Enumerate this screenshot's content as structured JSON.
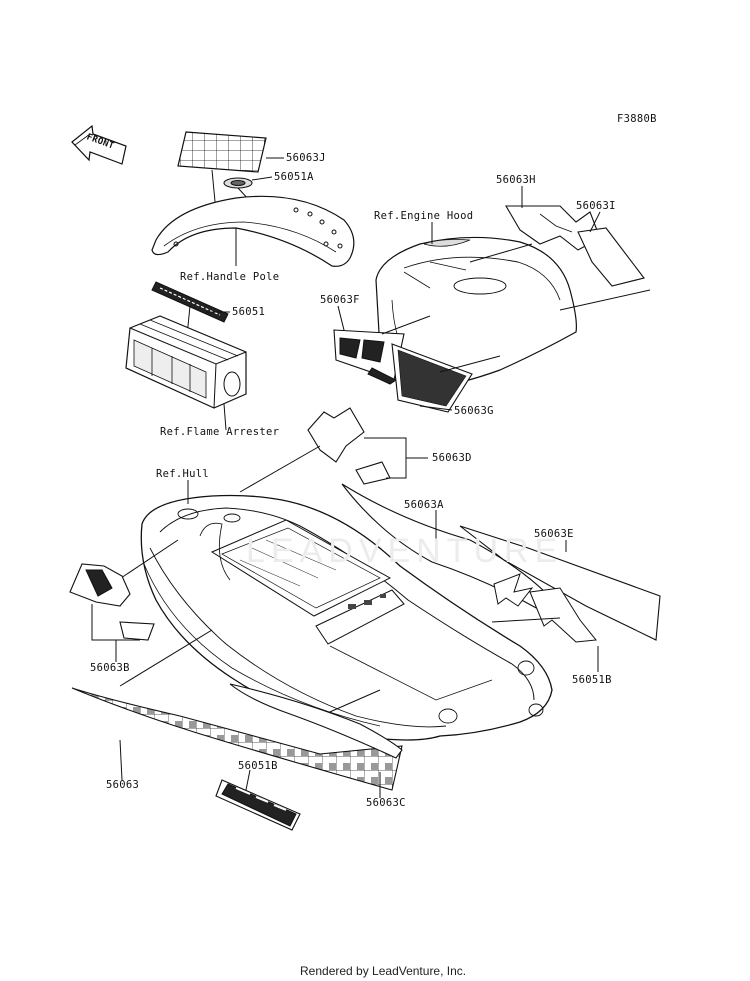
{
  "diagram_code": "F3880B",
  "front_label": "FRONT",
  "watermark": "LEADVENTURE",
  "footer": "Rendered by LeadVenture, Inc.",
  "parts": {
    "p56063J": "56063J",
    "p56051A": "56051A",
    "p56051": "56051",
    "p56063H": "56063H",
    "p56063I": "56063I",
    "p56063F": "56063F",
    "p56063G": "56063G",
    "p56063D": "56063D",
    "p56063A": "56063A",
    "p56063E": "56063E",
    "p56051B_right": "56051B",
    "p56063B": "56063B",
    "p56063": "56063",
    "p56051B_bottom": "56051B",
    "p56063C": "56063C"
  },
  "refs": {
    "handle_pole": "Ref.Handle Pole",
    "engine_hood": "Ref.Engine Hood",
    "flame_arrester": "Ref.Flame Arrester",
    "hull": "Ref.Hull"
  }
}
